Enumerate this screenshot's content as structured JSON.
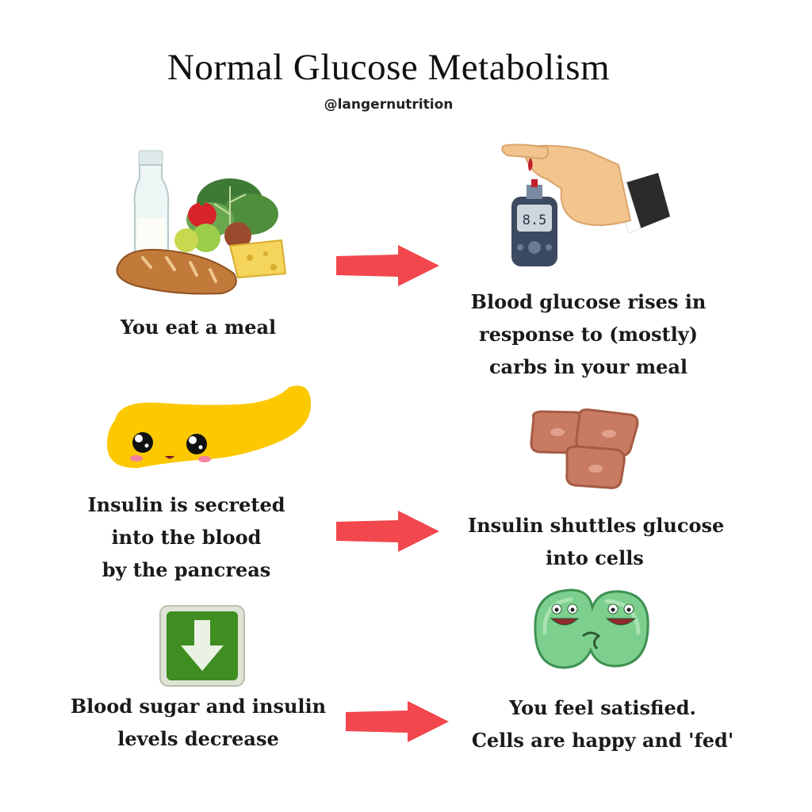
{
  "title": "Normal Glucose Metabolism",
  "handle": "@langernutrition",
  "steps": [
    {
      "lines": [
        "You eat a meal"
      ],
      "illustration": "meal-icon"
    },
    {
      "lines": [
        "Blood glucose rises in",
        "response to (mostly)",
        "carbs in your meal"
      ],
      "illustration": "glucometer-icon",
      "meter_reading": "8.5"
    },
    {
      "lines": [
        "Insulin is secreted",
        "into the blood",
        "by the pancreas"
      ],
      "illustration": "pancreas-icon"
    },
    {
      "lines": [
        "Insulin shuttles glucose",
        "into cells"
      ],
      "illustration": "cells-icon"
    },
    {
      "lines": [
        "Blood sugar and insulin",
        "levels decrease"
      ],
      "illustration": "down-arrow-icon"
    },
    {
      "lines": [
        "You feel satisfied.",
        "Cells are happy and 'fed'"
      ],
      "illustration": "happy-cell-icon"
    }
  ],
  "colors": {
    "arrow": "#f2474d",
    "pancreas": "#fcc800",
    "down_box": "#3f8e22",
    "happy_cell": "#7ccf8c",
    "fat_cell": "#c97a62"
  }
}
